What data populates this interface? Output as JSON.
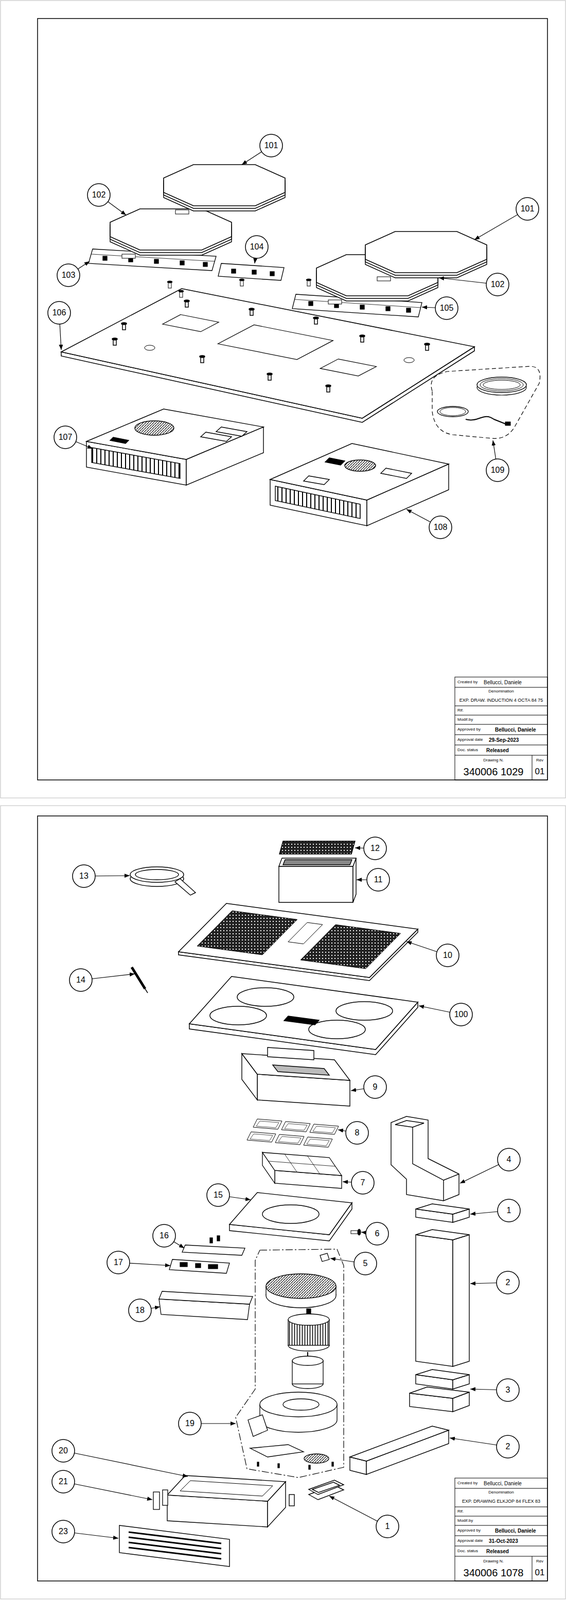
{
  "diagram": {
    "nodes": [
      {
        "text": [
          "101"
        ]
      },
      {
        "text": [
          "102"
        ]
      },
      {
        "text": [
          "101"
        ]
      },
      {
        "text": [
          "104"
        ]
      },
      {
        "text": [
          "103"
        ]
      },
      {
        "text": [
          "102"
        ]
      },
      {
        "text": [
          "105"
        ]
      },
      {
        "text": [
          "106"
        ]
      },
      {
        "text": [
          "107"
        ]
      },
      {
        "text": [
          "109"
        ]
      },
      {
        "text": [
          "108"
        ]
      },
      {
        "text": [
          "12"
        ]
      },
      {
        "text": [
          "13"
        ]
      },
      {
        "text": [
          "11"
        ]
      },
      {
        "text": [
          "10"
        ]
      },
      {
        "text": [
          "14"
        ]
      },
      {
        "text": [
          "100"
        ]
      },
      {
        "text": [
          "9"
        ]
      },
      {
        "text": [
          "8"
        ]
      },
      {
        "text": [
          "4"
        ]
      },
      {
        "text": [
          "7"
        ]
      },
      {
        "text": [
          "15"
        ]
      },
      {
        "text": [
          "1"
        ]
      },
      {
        "text": [
          "6"
        ]
      },
      {
        "text": [
          "16"
        ]
      },
      {
        "text": [
          "17"
        ]
      },
      {
        "text": [
          "5"
        ]
      },
      {
        "text": [
          "2"
        ]
      },
      {
        "text": [
          "18"
        ]
      },
      {
        "text": [
          "3"
        ]
      },
      {
        "text": [
          "19"
        ]
      },
      {
        "text": [
          "2"
        ]
      },
      {
        "text": [
          "20"
        ]
      },
      {
        "text": [
          "21"
        ]
      },
      {
        "text": [
          "1"
        ]
      },
      {
        "text": [
          "23"
        ]
      }
    ],
    "labels": [
      "Created by",
      "Bellucci, Daniele",
      "Denomination",
      "EXP. DRAW. INDUCTION 4 OCTA 84 75",
      "Rif.",
      "Modif.by",
      "Approved by",
      "Bellucci, Daniele",
      "Approval date",
      "29-Sep-2023",
      "Doc. status",
      "Released",
      "Drawing N.",
      "340006 1029",
      "Rev",
      "01",
      "Created by",
      "Bellucci, Daniele",
      "Denomination",
      "EXP. DRAWING ELKJOP 84 FLEX 83",
      "Rif.",
      "Modif.by",
      "Approved by",
      "Bellucci, Daniele",
      "Approval date",
      "31-Oct-2023",
      "Doc. status",
      "Released",
      "Drawing N.",
      "340006 1078",
      "Rev",
      "01"
    ]
  }
}
